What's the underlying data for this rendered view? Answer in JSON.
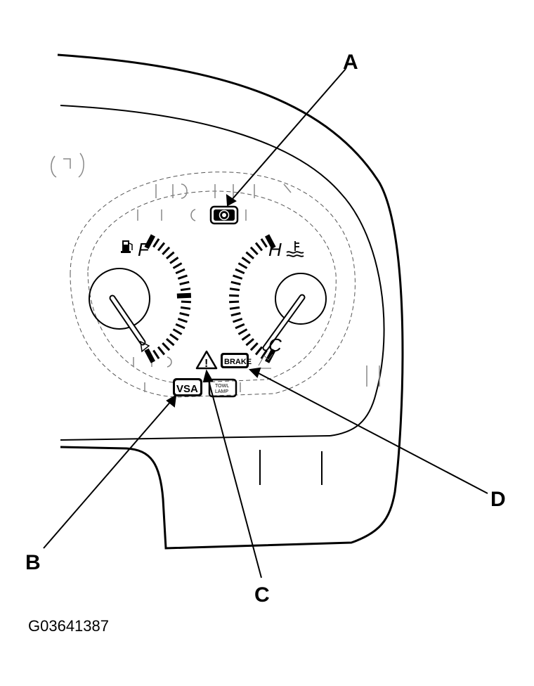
{
  "callouts": {
    "a": "A",
    "b": "B",
    "c": "C",
    "d": "D"
  },
  "fuel_gauge": {
    "full_label": "F",
    "icon": "fuel-pump-icon"
  },
  "temp_gauge": {
    "hot_label": "H",
    "cold_label": "C",
    "icon": "coolant-temperature-icon"
  },
  "indicators": {
    "vsa": "VSA",
    "brake": "BRAKE",
    "small_lamp_line1": "TOWL",
    "small_lamp_line2": "LAMP",
    "hazard_mark": "!"
  },
  "figure_id": "G03641387"
}
